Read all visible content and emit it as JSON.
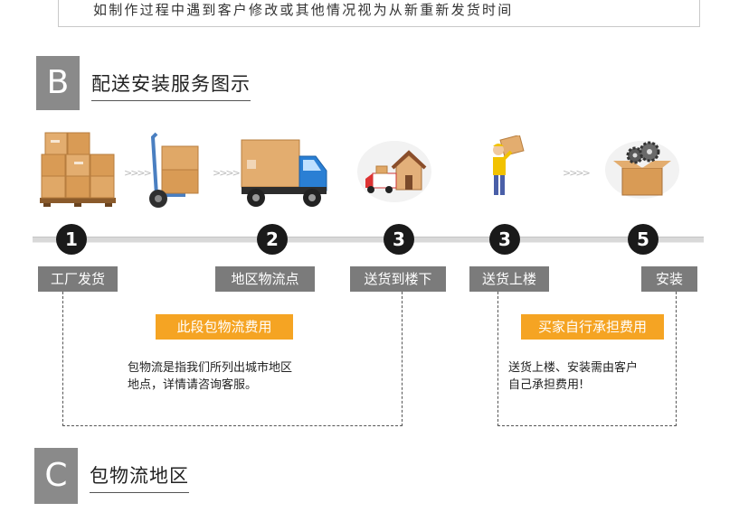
{
  "notice": {
    "text": "如制作过程中遇到客户修改或其他情况视为从新重新发货时间"
  },
  "section_b": {
    "letter": "B",
    "title": "配送安装服务图示"
  },
  "steps": [
    {
      "number": "1",
      "label": "工厂发货",
      "icon": "boxes-pallet-icon"
    },
    {
      "number": "2",
      "label": "地区物流点",
      "icon": "delivery-truck-icon"
    },
    {
      "number": "3",
      "label": "送货到楼下",
      "icon": "van-house-icon"
    },
    {
      "number": "3",
      "label": "送货上楼",
      "icon": "worker-carrying-box-icon"
    },
    {
      "number": "5",
      "label": "安装",
      "icon": "gears-box-icon"
    }
  ],
  "extra_icons": [
    "hand-truck-icon"
  ],
  "arrows_text": ">>>>",
  "logistics_box": {
    "badge": "此段包物流费用",
    "desc_line1": "包物流是指我们所列出城市地区",
    "desc_line2": "地点，详情请咨询客服。"
  },
  "self_box": {
    "badge": "买家自行承担费用",
    "desc_line1": "送货上楼、安装需由客户",
    "desc_line2": "自己承担费用!"
  },
  "section_c": {
    "letter": "C",
    "title": "包物流地区"
  },
  "colors": {
    "accent": "#f5a423",
    "gray": "#7b7b7b",
    "dark": "#1a1a1a"
  }
}
